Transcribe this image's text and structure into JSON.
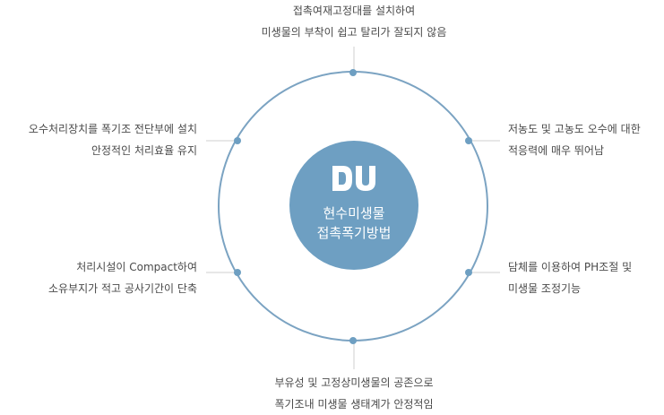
{
  "center": {
    "logo": "DU",
    "title_line1": "현수미생물",
    "title_line2": "접촉폭기방법"
  },
  "features": {
    "top": {
      "line1": "접촉여재고정대를 설치하여",
      "line2": "미생물의 부착이 쉽고 탈리가 잘되지 않음"
    },
    "top_right": {
      "line1": "저농도 및 고농도 오수에 대한",
      "line2": "적응력에 매우 뛰어남"
    },
    "bottom_right": {
      "line1": "담체를 이용하여 PH조절 및",
      "line2": "미생물 조정기능"
    },
    "bottom": {
      "line1": "부유성 및 고정상미생물의 공존으로",
      "line2": "폭기조내 미생물 생태계가 안정적임"
    },
    "bottom_left": {
      "line1": "처리시설이 Compact하여",
      "line2": "소유부지가 적고 공사기간이 단축"
    },
    "top_left": {
      "line1": "오수처리장치를 폭기조 전단부에 설치",
      "line2": "안정적인 처리효율 유지"
    }
  },
  "colors": {
    "ring": "#7ba3c2",
    "center_fill": "#6e9fc2",
    "connector": "#cfcfcf",
    "text": "#4a4a4a"
  }
}
